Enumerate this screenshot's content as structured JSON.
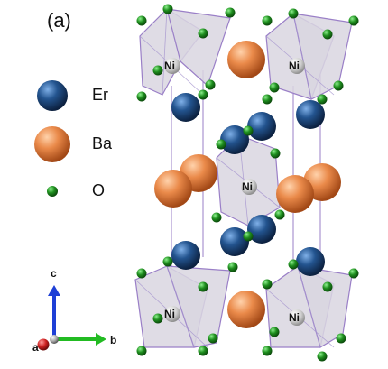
{
  "figure": {
    "panel_label": "(a)"
  },
  "legend": [
    {
      "label": "Er",
      "color": "#1f4f86",
      "icon": "sphere-icon"
    },
    {
      "label": "Ba",
      "color": "#e07a3a",
      "icon": "sphere-icon"
    },
    {
      "label": "O",
      "color": "#1e8a1e",
      "icon": "small-sphere-icon"
    }
  ],
  "axes": {
    "a": "a",
    "b": "b",
    "c": "c",
    "colors": {
      "a": "#cc1f1f",
      "b": "#22bb22",
      "c": "#1e3fd6"
    }
  },
  "structure": {
    "center_label": "Ni",
    "octahedron_fill": "#d9d6e0",
    "edge_color": "#9a7fc7"
  }
}
